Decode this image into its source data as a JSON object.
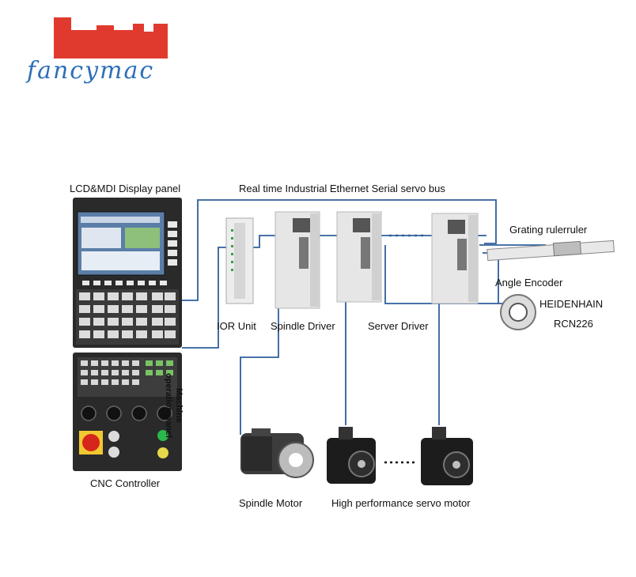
{
  "logo": {
    "text": "fancymac",
    "color": "#2d6fb8",
    "mark_color": "#e03a2e"
  },
  "labels": {
    "display_panel": "LCD&MDI Display panel",
    "bus": "Real time Industrial Ethernet Serial servo bus",
    "grating": "Grating rulerruler",
    "angle_encoder": "Angle Encoder",
    "heidenhain": "HEIDENHAIN",
    "rcn": "RCN226",
    "ior_unit": "IOR Unit",
    "spindle_driver": "Spindle Driver",
    "server_driver": "Server Driver",
    "machine_panel_line1": "Machine",
    "machine_panel_line2": "operation panel",
    "cnc_controller": "CNC Controller",
    "spindle_motor": "Spindle Motor",
    "servo_motor": "High performance servo motor"
  },
  "colors": {
    "link": "#2f5f9c",
    "panel": "#2a2a2a",
    "screen": "#5b7ea8",
    "driver": "#e6e6e6"
  }
}
